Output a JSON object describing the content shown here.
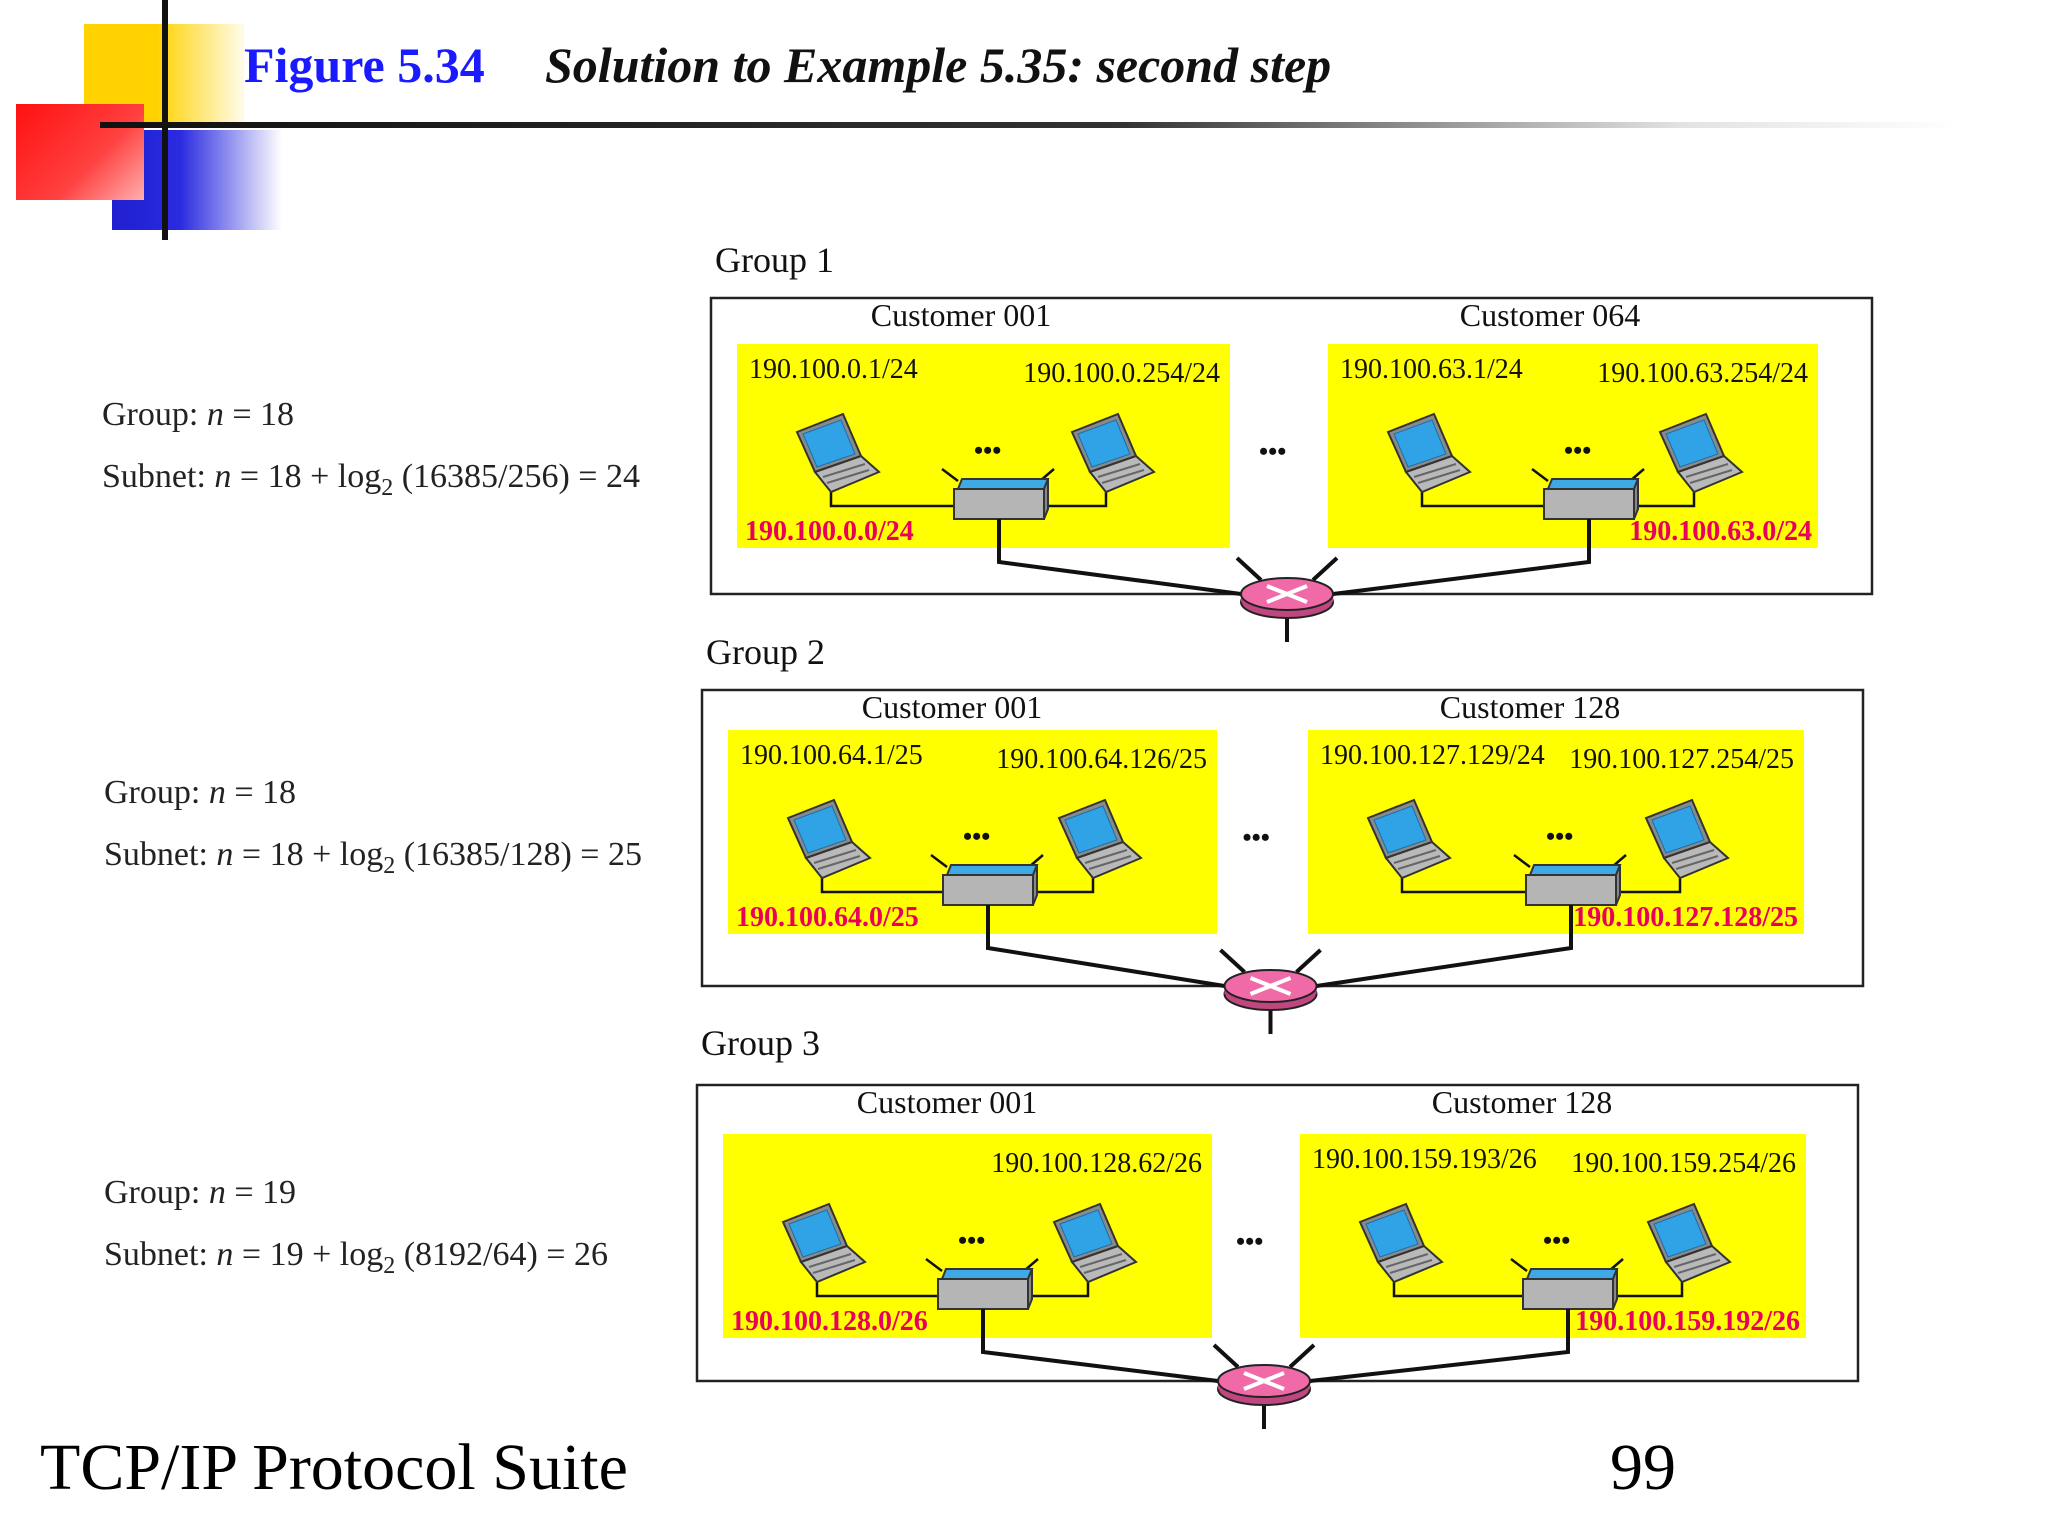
{
  "header": {
    "figure_label": "Figure 5.34",
    "figure_title": "Solution to Example 5.35: second step"
  },
  "groups": [
    {
      "name": "Group 1",
      "group_eq": {
        "prefix": "Group: ",
        "var": "n",
        "rest": " = 18"
      },
      "subnet_eq": {
        "prefix": "Subnet: ",
        "var": "n",
        "mid": " = 18 + log",
        "sub": "2",
        "rest": " (16385/256) = 24"
      },
      "left": {
        "customer": "Customer 001",
        "host_left": "190.100.0.1/24",
        "host_right": "190.100.0.254/24",
        "network": "190.100.0.0/24"
      },
      "right": {
        "customer": "Customer 064",
        "host_left": "190.100.63.1/24",
        "host_right": "190.100.63.254/24",
        "network": "190.100.63.0/24"
      }
    },
    {
      "name": "Group 2",
      "group_eq": {
        "prefix": "Group: ",
        "var": "n",
        "rest": " = 18"
      },
      "subnet_eq": {
        "prefix": "Subnet: ",
        "var": "n",
        "mid": " = 18 + log",
        "sub": "2",
        "rest": " (16385/128) = 25"
      },
      "left": {
        "customer": "Customer 001",
        "host_left": "190.100.64.1/25",
        "host_right": "190.100.64.126/25",
        "network": "190.100.64.0/25"
      },
      "right": {
        "customer": "Customer 128",
        "host_left": "190.100.127.129/24",
        "host_right": "190.100.127.254/25",
        "network": "190.100.127.128/25"
      }
    },
    {
      "name": "Group 3",
      "group_eq": {
        "prefix": "Group: ",
        "var": "n",
        "rest": " = 19"
      },
      "subnet_eq": {
        "prefix": "Subnet: ",
        "var": "n",
        "mid": " = 19 + log",
        "sub": "2",
        "rest": " (8192/64) = 26"
      },
      "left": {
        "customer": "Customer 001",
        "host_left": "",
        "host_right": "190.100.128.62/26",
        "network": "190.100.128.0/26"
      },
      "right": {
        "customer": "Customer 128",
        "host_left": "190.100.159.193/26",
        "host_right": "190.100.159.254/26",
        "network": "190.100.159.192/26"
      }
    }
  ],
  "ellipsis": "•••",
  "footer": {
    "title": "TCP/IP Protocol Suite",
    "page_number": "99"
  },
  "colors": {
    "title_blue": "#1a1aff",
    "network_label": "#e8005a",
    "lan_fill": "#ffff00",
    "router_fill": "#f06aa8",
    "switch_top": "#3fa9e6"
  }
}
